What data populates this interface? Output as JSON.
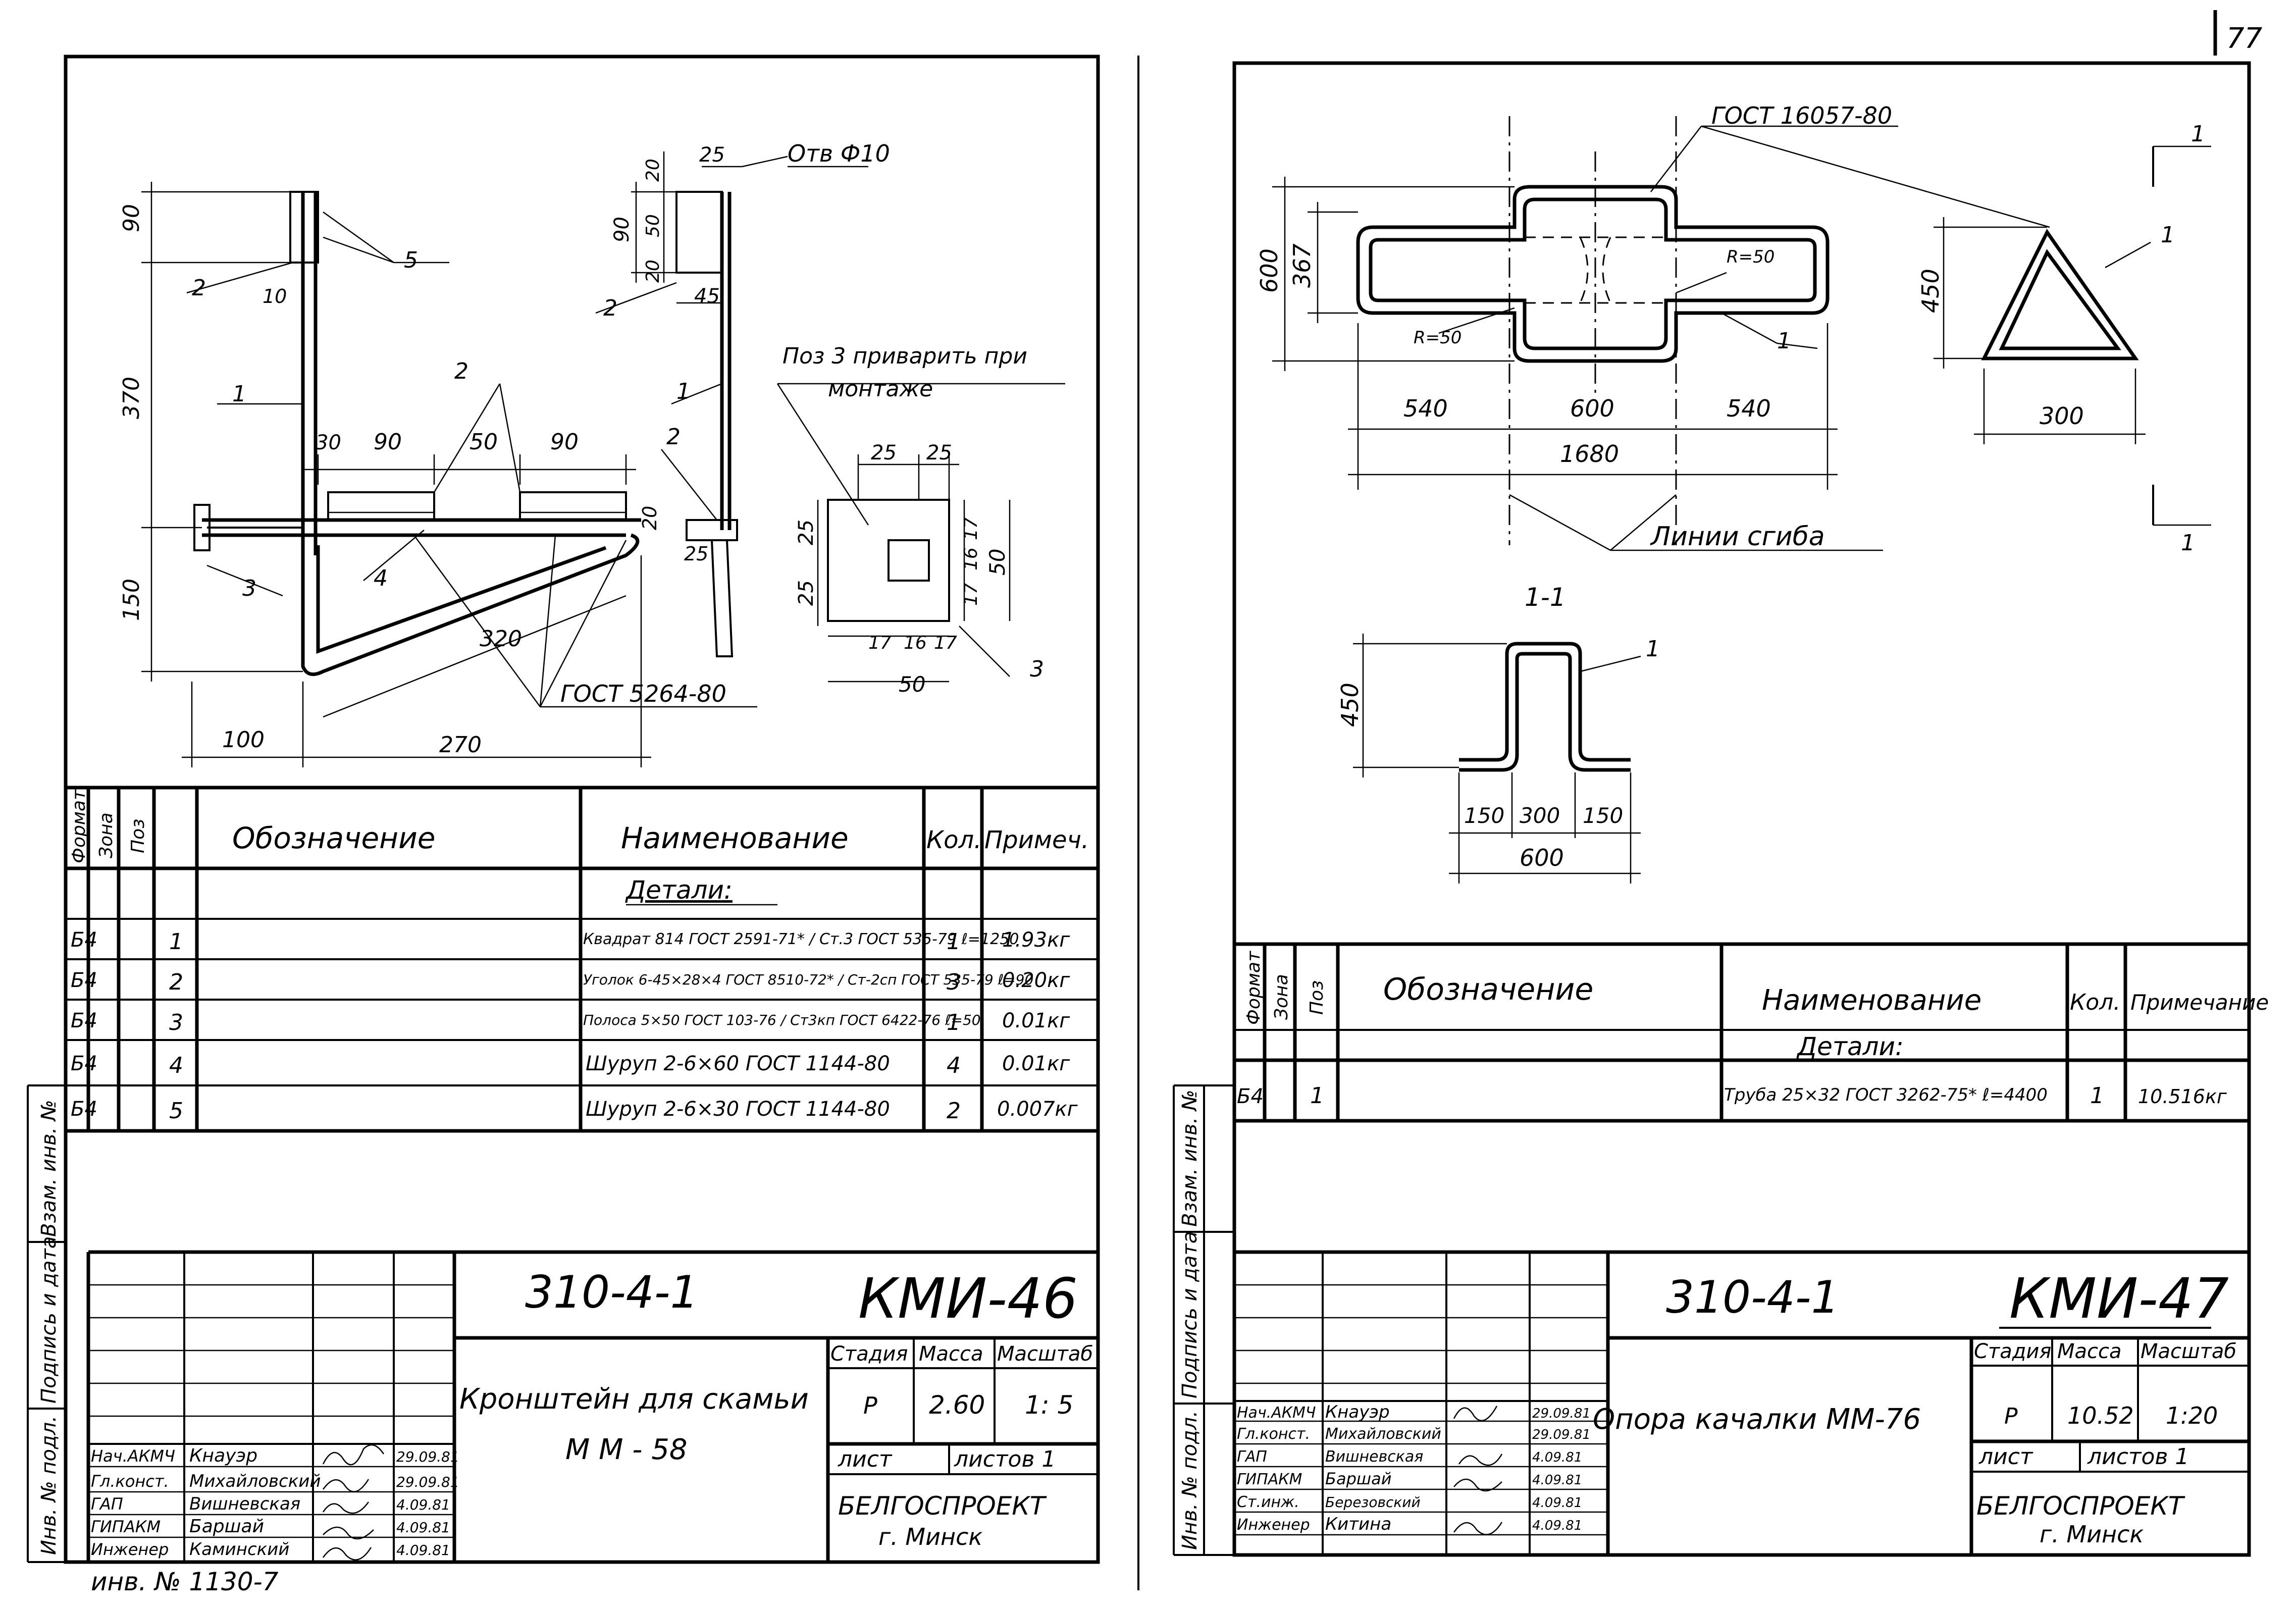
{
  "page_number": "77",
  "left": {
    "series_code": "310-4-1",
    "sheet_code": "КМИ-46",
    "title_line1": "Кронштейн для скамьи",
    "title_line2": "М М - 58",
    "stage_header": "Стадия",
    "mass_header": "Масса",
    "scale_header": "Масштаб",
    "stage": "Р",
    "mass": "2.60",
    "scale": "1: 5",
    "sheet_label": "лист",
    "sheets_label": "листов 1",
    "org": "БЕЛГОСПРОЕКТ",
    "city": "г. Минск",
    "people": [
      {
        "role": "Нач.АКМЧ",
        "name": "Кнауэр",
        "date": "29.09.81"
      },
      {
        "role": "Гл.конст.",
        "name": "Михайловский",
        "date": "29.09.81"
      },
      {
        "role": "ГАП",
        "name": "Вишневская",
        "date": "4.09.81"
      },
      {
        "role": "ГИПАКМ",
        "name": "Баршай",
        "date": "4.09.81"
      },
      {
        "role": "Инженер",
        "name": "Каминский",
        "date": "4.09.81"
      }
    ],
    "inv_stamp": "инв. № 1130-7",
    "spec_headers": {
      "format": "Формат",
      "zone": "Зона",
      "pos": "Поз",
      "designation": "Обозначение",
      "name": "Наименование",
      "qty": "Кол.",
      "note": "Примеч."
    },
    "section_title": "Детали:",
    "rows": [
      {
        "format": "Б4",
        "pos": "1",
        "name": "Квадрат 814 ГОСТ 2591-71* / Ст.3 ГОСТ 535-79  ℓ=1250",
        "qty": "1",
        "note": "1.93кг"
      },
      {
        "format": "Б4",
        "pos": "2",
        "name": "Уголок 6-45×28×4 ГОСТ 8510-72* / Ст-2сп ГОСТ 535-79 ℓ=90",
        "qty": "3",
        "note": "0.20кг"
      },
      {
        "format": "Б4",
        "pos": "3",
        "name": "Полоса 5×50 ГОСТ 103-76 / Ст3кп ГОСТ 6422-76  ℓ=50",
        "qty": "1",
        "note": "0.01кг"
      },
      {
        "format": "Б4",
        "pos": "4",
        "name": "Шуруп 2-6×60 ГОСТ 1144-80",
        "qty": "4",
        "note": "0.01кг"
      },
      {
        "format": "Б4",
        "pos": "5",
        "name": "Шуруп 2-6×30 ГОСТ 1144-80",
        "qty": "2",
        "note": "0.007кг"
      }
    ],
    "drawing": {
      "dims": [
        "90",
        "370",
        "150",
        "10",
        "30",
        "90",
        "50",
        "90",
        "20",
        "25",
        "320",
        "100",
        "270",
        "25",
        "20",
        "50",
        "20",
        "90",
        "45",
        "25",
        "25",
        "25",
        "25",
        "17",
        "16",
        "17",
        "50",
        "17",
        "16",
        "17",
        "50"
      ],
      "notes": [
        "Отв Ф10",
        "Поз 3 приварить при монтаже",
        "ГОСТ 5264-80"
      ],
      "callouts": [
        "1",
        "2",
        "3",
        "4",
        "5",
        "2",
        "1",
        "2",
        "2",
        "3"
      ]
    },
    "side_stamps": [
      "Инв. № подл.",
      "Подпись и дата",
      "Взам. инв. №"
    ]
  },
  "right": {
    "series_code": "310-4-1",
    "sheet_code": "КМИ-47",
    "title": "Опора качалки ММ-76",
    "stage_header": "Стадия",
    "mass_header": "Масса",
    "scale_header": "Масштаб",
    "stage": "Р",
    "mass": "10.52",
    "scale": "1:20",
    "sheet_label": "лист",
    "sheets_label": "листов 1",
    "org": "БЕЛГОСПРОЕКТ",
    "city": "г. Минск",
    "people": [
      {
        "role": "Нач.АКМЧ",
        "name": "Кнауэр",
        "date": "29.09.81"
      },
      {
        "role": "Гл.конст.",
        "name": "Михайловский",
        "date": "29.09.81"
      },
      {
        "role": "ГАП",
        "name": "Вишневская",
        "date": "4.09.81"
      },
      {
        "role": "ГИПАКМ",
        "name": "Баршай",
        "date": "4.09.81"
      },
      {
        "role": "Ст.инж.",
        "name": "Березовский",
        "date": "4.09.81"
      },
      {
        "role": "Инженер",
        "name": "Китина",
        "date": "4.09.81"
      }
    ],
    "spec_headers": {
      "format": "Формат",
      "zone": "Зона",
      "pos": "Поз",
      "designation": "Обозначение",
      "name": "Наименование",
      "qty": "Кол.",
      "note": "Примечание"
    },
    "section_title": "Детали:",
    "rows": [
      {
        "format": "Б4",
        "pos": "1",
        "name": "Труба 25×32 ГОСТ 3262-75* ℓ=4400",
        "qty": "1",
        "note": "10.516кг"
      }
    ],
    "drawing": {
      "dims": [
        "600",
        "367",
        "540",
        "600",
        "540",
        "1680",
        "450",
        "300",
        "450",
        "150",
        "300",
        "150",
        "600"
      ],
      "notes": [
        "ГОСТ 16057-80",
        "R=50",
        "R=50",
        "Линии сгиба",
        "1-1"
      ],
      "callouts": [
        "1",
        "1",
        "1",
        "1",
        "1"
      ]
    },
    "side_stamps": [
      "Инв. № подл.",
      "Подпись и дата",
      "Взам. инв. №"
    ]
  }
}
